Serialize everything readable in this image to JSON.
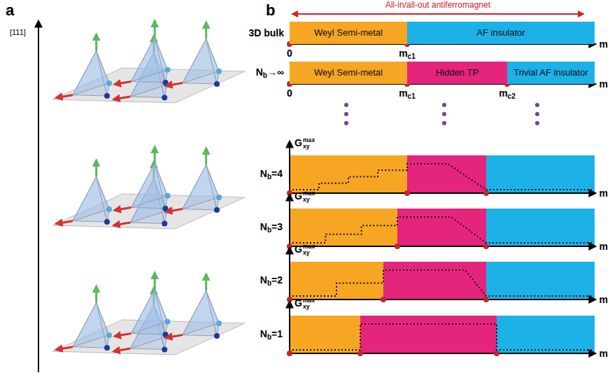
{
  "diagram": {
    "nodes": [
      {
        "text": [
          "Weyl Semi-metal"
        ]
      },
      {
        "text": [
          "AF insulator"
        ]
      },
      {
        "text": [
          "Weyl Semi-metal"
        ]
      },
      {
        "text": [
          "Hidden TP"
        ]
      },
      {
        "text": [
          "Trivial AF insulator"
        ]
      }
    ],
    "labels": [
      "a",
      "[111]",
      "b",
      "All-in/all-out antiferromagnet",
      "3D bulk",
      "0",
      "m",
      "c1",
      "m",
      "N",
      "b",
      "→∞",
      "0",
      "m",
      "c1",
      "m",
      "c2",
      "m",
      "G",
      "xy",
      "max",
      "m",
      "N",
      "b",
      "=4",
      "G",
      "xy",
      "max",
      "m",
      "N",
      "b",
      "=3",
      "G",
      "xy",
      "max",
      "m",
      "N",
      "b",
      "=2",
      "G",
      "xy",
      "max",
      "m",
      "N",
      "b",
      "=1"
    ]
  }
}
